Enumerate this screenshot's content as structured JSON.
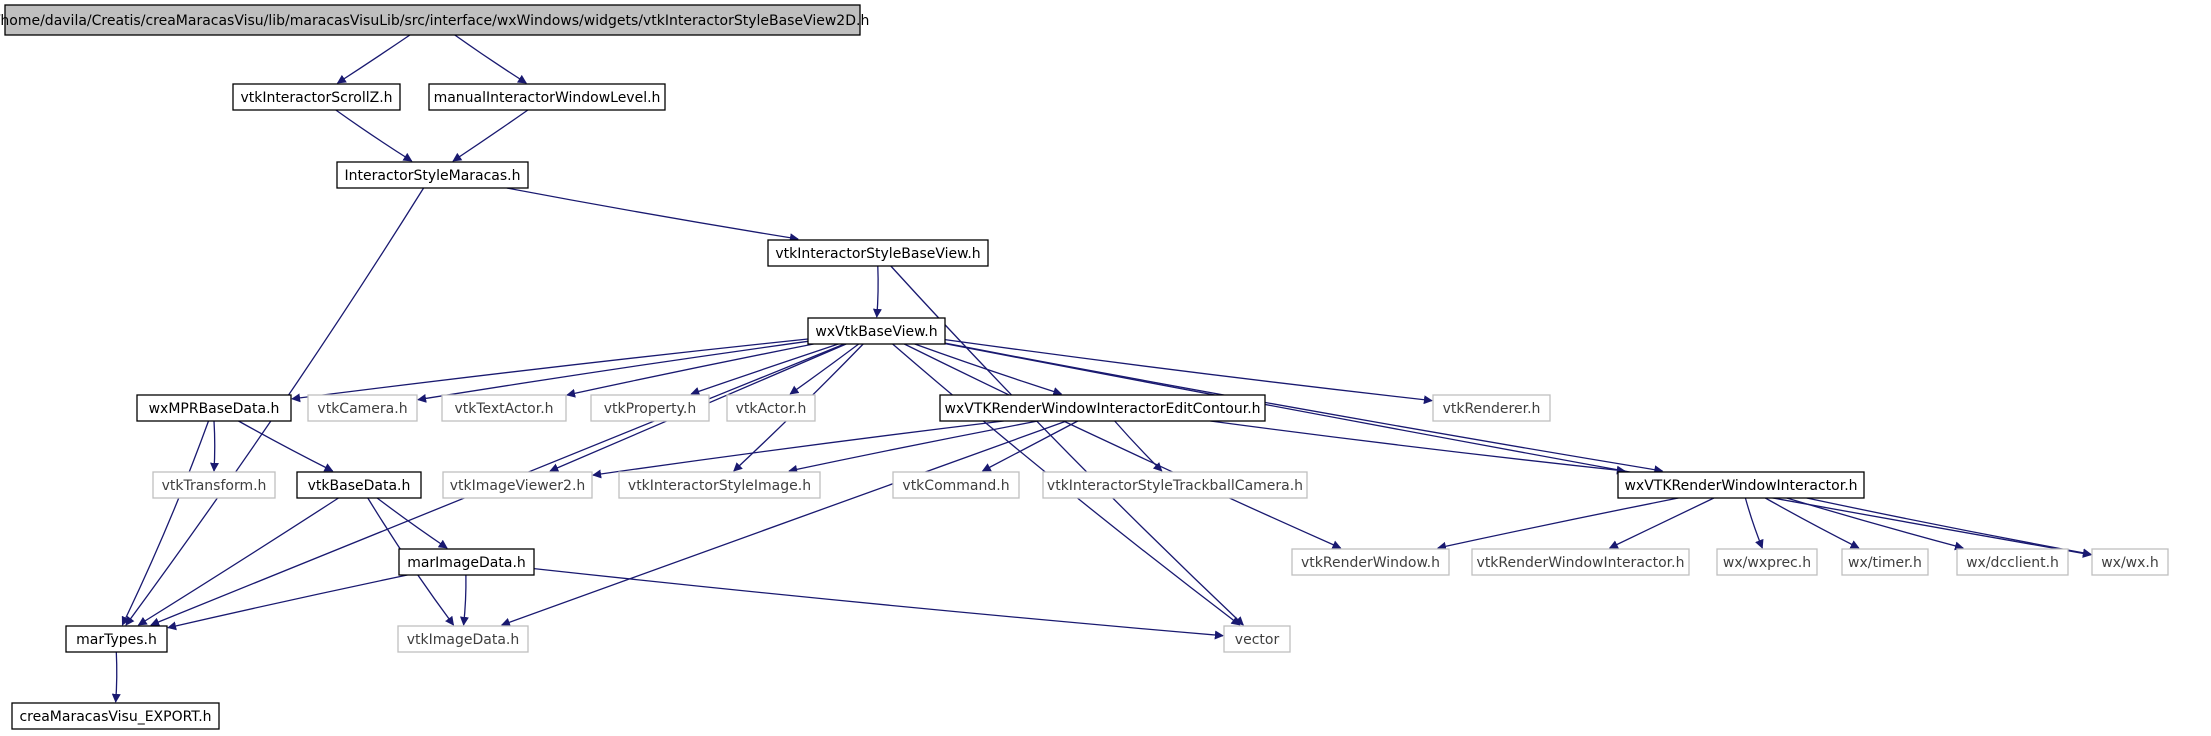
{
  "colors": {
    "edge": "#191970",
    "root_fill": "#bfbfbf",
    "solid_border": "#000000",
    "external_border": "#bfbfbf",
    "external_text": "#3f3f3f"
  },
  "nodes": {
    "root": {
      "label": "/home/davila/Creatis/creaMaracasVisu/lib/maracasVisuLib/src/interface/wxWindows/widgets/vtkInteractorStyleBaseView2D.h",
      "kind": "root"
    },
    "scrollz": {
      "label": "vtkInteractorScrollZ.h",
      "kind": "solid"
    },
    "manualwl": {
      "label": "manualInteractorWindowLevel.h",
      "kind": "solid"
    },
    "ismaracas": {
      "label": "InteractorStyleMaracas.h",
      "kind": "solid"
    },
    "isbaseview": {
      "label": "vtkInteractorStyleBaseView.h",
      "kind": "solid"
    },
    "wxvtkbase": {
      "label": "wxVtkBaseView.h",
      "kind": "solid"
    },
    "wxmpr": {
      "label": "wxMPRBaseData.h",
      "kind": "solid"
    },
    "vtkcamera": {
      "label": "vtkCamera.h",
      "kind": "external"
    },
    "vtktextactor": {
      "label": "vtkTextActor.h",
      "kind": "external"
    },
    "vtkproperty": {
      "label": "vtkProperty.h",
      "kind": "external"
    },
    "vtkactor": {
      "label": "vtkActor.h",
      "kind": "external"
    },
    "editcontour": {
      "label": "wxVTKRenderWindowInteractorEditContour.h",
      "kind": "solid"
    },
    "vtkrenderer": {
      "label": "vtkRenderer.h",
      "kind": "external"
    },
    "vtktransform": {
      "label": "vtkTransform.h",
      "kind": "external"
    },
    "vtkbasedata": {
      "label": "vtkBaseData.h",
      "kind": "solid"
    },
    "imgviewer2": {
      "label": "vtkImageViewer2.h",
      "kind": "external"
    },
    "isimage": {
      "label": "vtkInteractorStyleImage.h",
      "kind": "external"
    },
    "vtkcommand": {
      "label": "vtkCommand.h",
      "kind": "external"
    },
    "trackball": {
      "label": "vtkInteractorStyleTrackballCamera.h",
      "kind": "external"
    },
    "wxrwi": {
      "label": "wxVTKRenderWindowInteractor.h",
      "kind": "solid"
    },
    "marimage": {
      "label": "marImageData.h",
      "kind": "solid"
    },
    "vtkrenderwindow": {
      "label": "vtkRenderWindow.h",
      "kind": "external"
    },
    "vtkrwi": {
      "label": "vtkRenderWindowInteractor.h",
      "kind": "external"
    },
    "wxprec": {
      "label": "wx/wxprec.h",
      "kind": "external"
    },
    "wxtimer": {
      "label": "wx/timer.h",
      "kind": "external"
    },
    "dcclient": {
      "label": "wx/dcclient.h",
      "kind": "external"
    },
    "wxwx": {
      "label": "wx/wx.h",
      "kind": "external"
    },
    "martypes": {
      "label": "marTypes.h",
      "kind": "solid"
    },
    "vtkimagedata": {
      "label": "vtkImageData.h",
      "kind": "external"
    },
    "vector": {
      "label": "vector",
      "kind": "external"
    },
    "export": {
      "label": "creaMaracasVisu_EXPORT.h",
      "kind": "solid"
    }
  },
  "edges": [
    [
      "root",
      "scrollz"
    ],
    [
      "root",
      "manualwl"
    ],
    [
      "scrollz",
      "ismaracas"
    ],
    [
      "manualwl",
      "ismaracas"
    ],
    [
      "ismaracas",
      "martypes"
    ],
    [
      "ismaracas",
      "isbaseview"
    ],
    [
      "isbaseview",
      "wxvtkbase"
    ],
    [
      "isbaseview",
      "vector"
    ],
    [
      "wxvtkbase",
      "wxmpr"
    ],
    [
      "wxvtkbase",
      "vtkcamera"
    ],
    [
      "wxvtkbase",
      "vtktextactor"
    ],
    [
      "wxvtkbase",
      "vtkproperty"
    ],
    [
      "wxvtkbase",
      "vtkactor"
    ],
    [
      "wxvtkbase",
      "editcontour"
    ],
    [
      "wxvtkbase",
      "vtkrenderer"
    ],
    [
      "wxvtkbase",
      "imgviewer2"
    ],
    [
      "wxvtkbase",
      "isimage"
    ],
    [
      "wxvtkbase",
      "wxrwi"
    ],
    [
      "wxvtkbase",
      "vtkrenderwindow"
    ],
    [
      "wxvtkbase",
      "wxwx"
    ],
    [
      "wxvtkbase",
      "vector"
    ],
    [
      "wxvtkbase",
      "martypes"
    ],
    [
      "wxmpr",
      "vtktransform"
    ],
    [
      "wxmpr",
      "vtkbasedata"
    ],
    [
      "wxmpr",
      "martypes"
    ],
    [
      "vtkbasedata",
      "marimage"
    ],
    [
      "vtkbasedata",
      "vtkimagedata"
    ],
    [
      "vtkbasedata",
      "martypes"
    ],
    [
      "editcontour",
      "imgviewer2"
    ],
    [
      "editcontour",
      "isimage"
    ],
    [
      "editcontour",
      "vtkcommand"
    ],
    [
      "editcontour",
      "trackball"
    ],
    [
      "editcontour",
      "wxrwi"
    ],
    [
      "editcontour",
      "vtkimagedata"
    ],
    [
      "wxrwi",
      "vtkrenderwindow"
    ],
    [
      "wxrwi",
      "vtkrwi"
    ],
    [
      "wxrwi",
      "wxprec"
    ],
    [
      "wxrwi",
      "wxtimer"
    ],
    [
      "wxrwi",
      "dcclient"
    ],
    [
      "wxrwi",
      "wxwx"
    ],
    [
      "marimage",
      "martypes"
    ],
    [
      "marimage",
      "vtkimagedata"
    ],
    [
      "marimage",
      "vector"
    ],
    [
      "martypes",
      "export"
    ]
  ]
}
